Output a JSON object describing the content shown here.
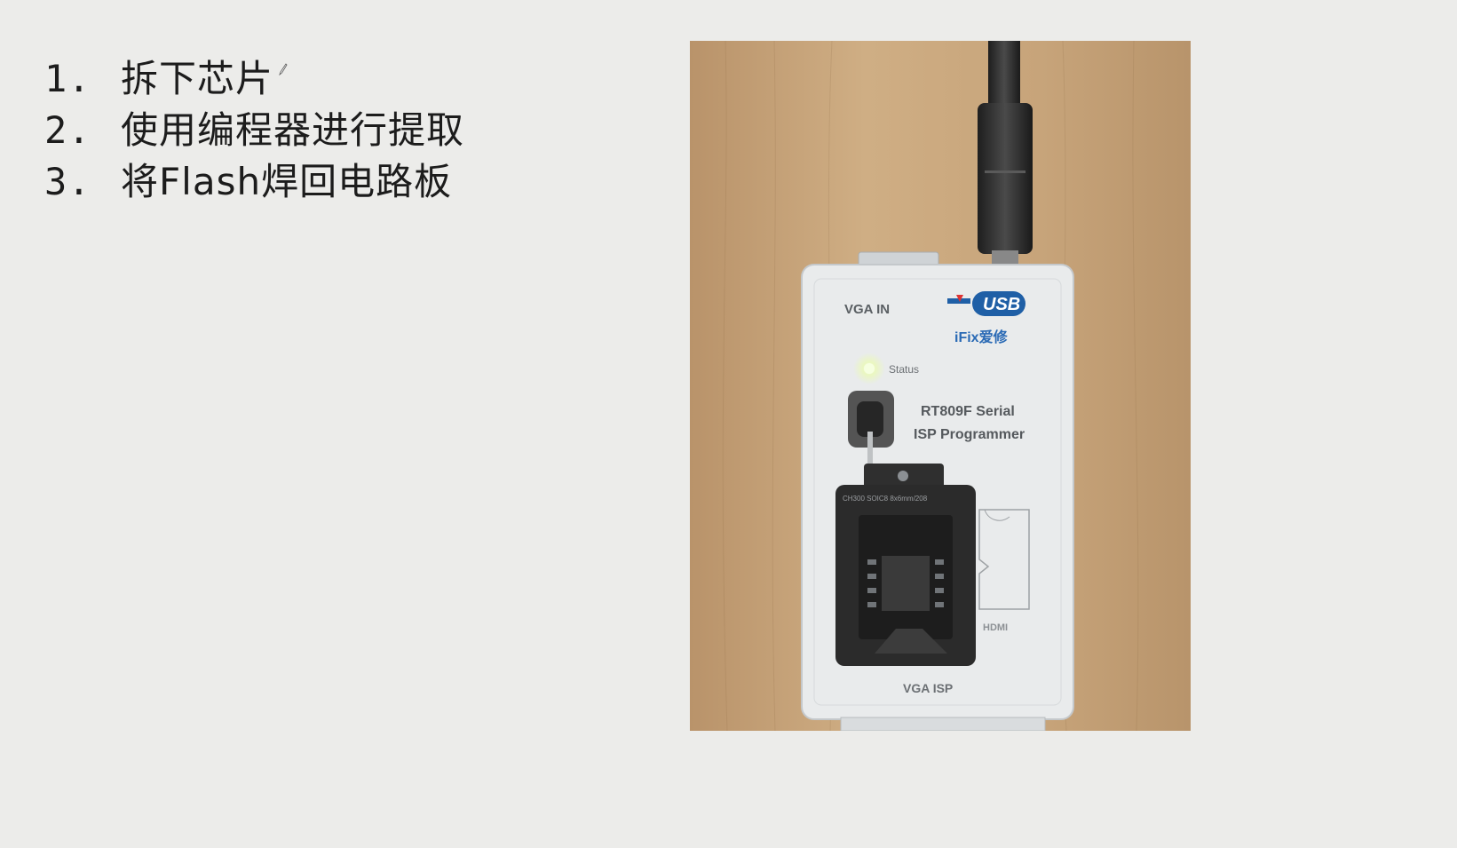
{
  "steps": [
    {
      "num": "1.",
      "text": "拆下芯片"
    },
    {
      "num": "2.",
      "text": "使用编程器进行提取"
    },
    {
      "num": "3.",
      "text": "将Flash焊回电路板"
    }
  ],
  "device": {
    "port_top": "VGA IN",
    "usb_logo": "USB",
    "brand": "iFix爱修",
    "status_label": "Status",
    "model_line1": "RT809F Serial",
    "model_line2": "ISP Programmer",
    "hdmi_label": "HDMI",
    "port_bottom": "VGA ISP",
    "socket_label": "CH300 SOIC8 8x6mm/208"
  },
  "colors": {
    "background": "#ececea",
    "wood": "#c9a67b",
    "device_body": "#e9ebec",
    "led": "#eaf7c0",
    "usb_blue": "#1f5fa6"
  }
}
